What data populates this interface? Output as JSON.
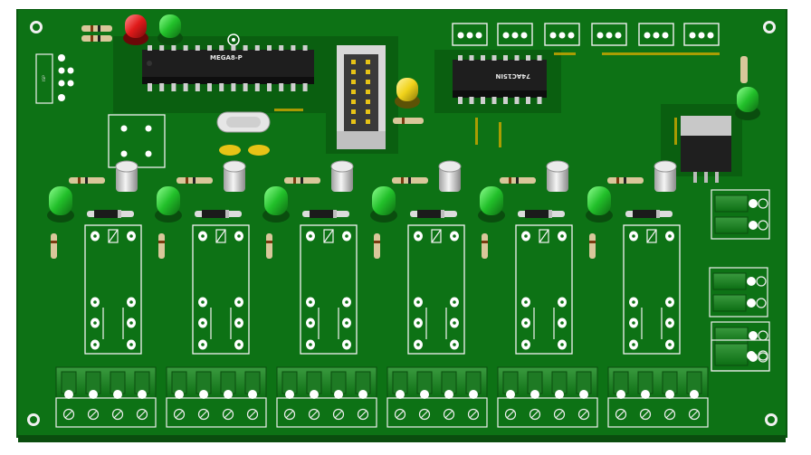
{
  "board": {
    "mcu_label": "MEGA8-P",
    "logic_label": "74AC15IN",
    "relay_channels": 6,
    "colors": {
      "board": "#0c6e13",
      "board_edge": "#0a5a10",
      "silkscreen": "#f2f2f2",
      "chip": "#1c1c1c",
      "led_green": "#22c02a",
      "led_red": "#e01a1a",
      "led_yellow": "#f0d21a",
      "pad": "#ffffff"
    },
    "icons": [
      "pcb-board",
      "ic-chip",
      "led",
      "relay-footprint",
      "screw-terminal",
      "voltage-regulator",
      "crystal",
      "idc-header",
      "transistor",
      "diode",
      "resistor"
    ]
  }
}
